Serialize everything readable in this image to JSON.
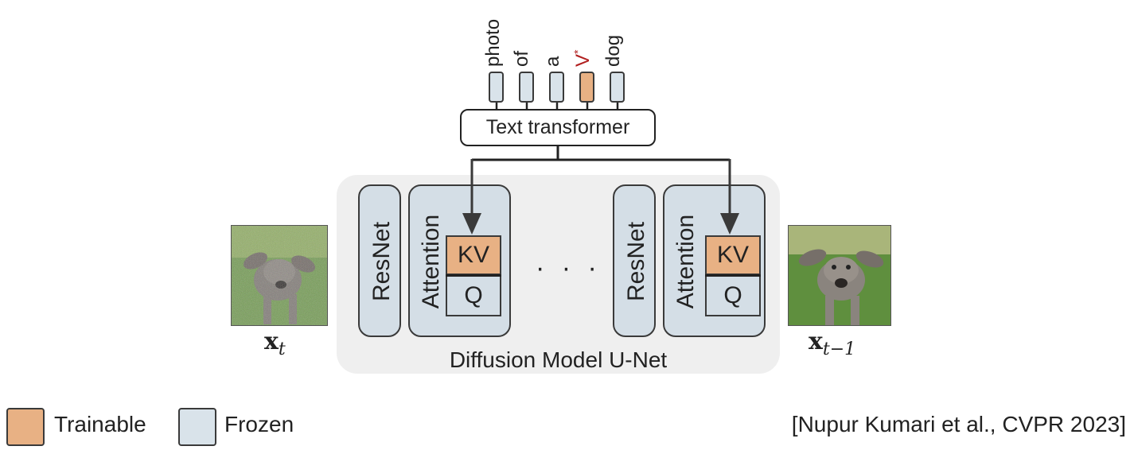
{
  "tokens": [
    {
      "word": "photo",
      "trainable": false
    },
    {
      "word": "of",
      "trainable": false
    },
    {
      "word": "a",
      "trainable": false
    },
    {
      "word": "V",
      "superscript": "*",
      "trainable": true
    },
    {
      "word": "dog",
      "trainable": false
    }
  ],
  "text_transformer": "Text transformer",
  "unet": {
    "label": "Diffusion Model U-Net",
    "resnet_label": "ResNet",
    "attention_label": "Attention",
    "kv_label": "KV",
    "q_label": "Q",
    "ellipsis": "· · ·"
  },
  "images": {
    "input_caption": "x",
    "input_subscript": "t",
    "output_caption": "x",
    "output_subscript": "t−1"
  },
  "legend": {
    "trainable": "Trainable",
    "frozen": "Frozen",
    "trainable_color": "#e8b184",
    "frozen_color": "#d9e3ea"
  },
  "citation": "[Nupur Kumari et al., CVPR 2023]"
}
